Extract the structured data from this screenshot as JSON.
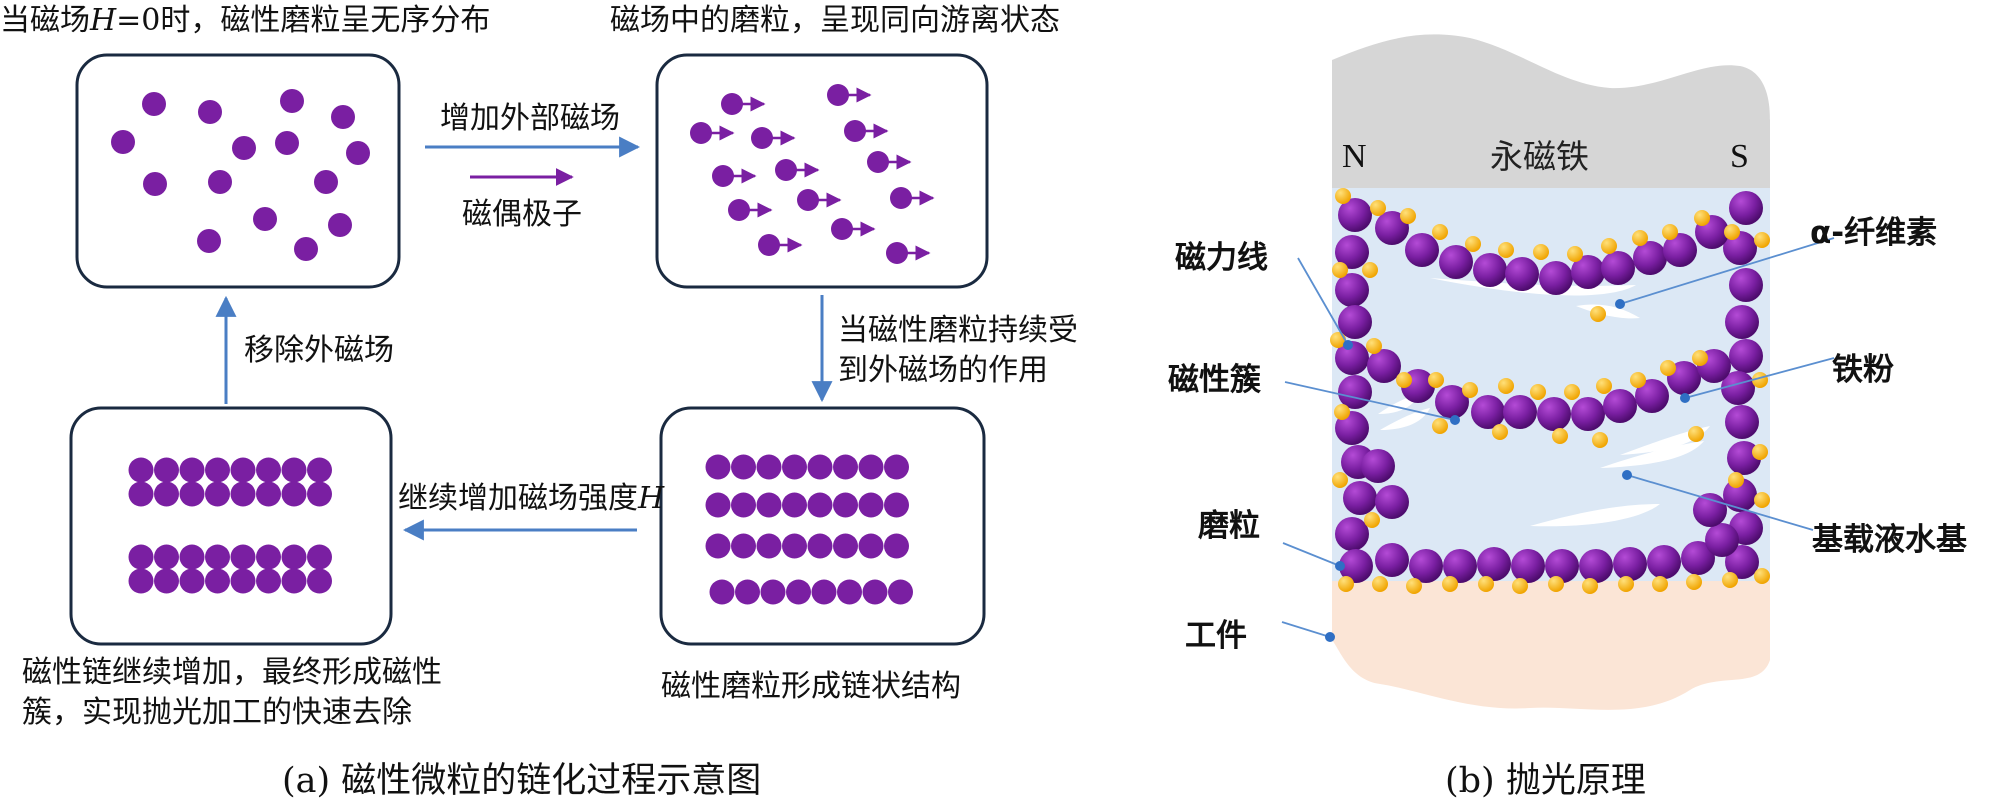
{
  "panel_a": {
    "state1_prefix": "当磁场",
    "state1_var": "H",
    "state1_suffix": "=0时，磁性磨粒呈无序分布",
    "state2": "磁场中的磨粒，呈现同向游离状态",
    "arrow_top": "增加外部磁场",
    "legend_dipole": "磁偶极子",
    "arrow_right_line1": "当磁性磨粒持续受",
    "arrow_right_line2": "到外磁场的作用",
    "arrow_bottom_prefix": "继续增加磁场强度",
    "arrow_bottom_var": "H",
    "arrow_left": "移除外磁场",
    "state3": "磁性磨粒形成链状结构",
    "state4_line1": "磁性链继续增加，最终形成磁性",
    "state4_line2": "簇，实现抛光加工的快速去除",
    "caption": "(a) 磁性微粒的链化过程示意图"
  },
  "panel_b": {
    "pole_n": "N",
    "pole_s": "S",
    "magnet": "永磁铁",
    "label_field_lines": "磁力线",
    "label_cluster": "磁性簇",
    "label_abrasive": "磨粒",
    "label_workpiece": "工件",
    "label_cellulose": "α-纤维素",
    "label_iron": "铁粉",
    "label_base": "基载液水基",
    "caption": "(b) 抛光原理"
  },
  "colors": {
    "particle": "#7a1fa2",
    "iron": "#f5b31b",
    "arrow": "#4a7ec4",
    "magnet": "#d6d6d6",
    "fluid": "#dce8f5",
    "workpiece": "#fbe5d6"
  }
}
